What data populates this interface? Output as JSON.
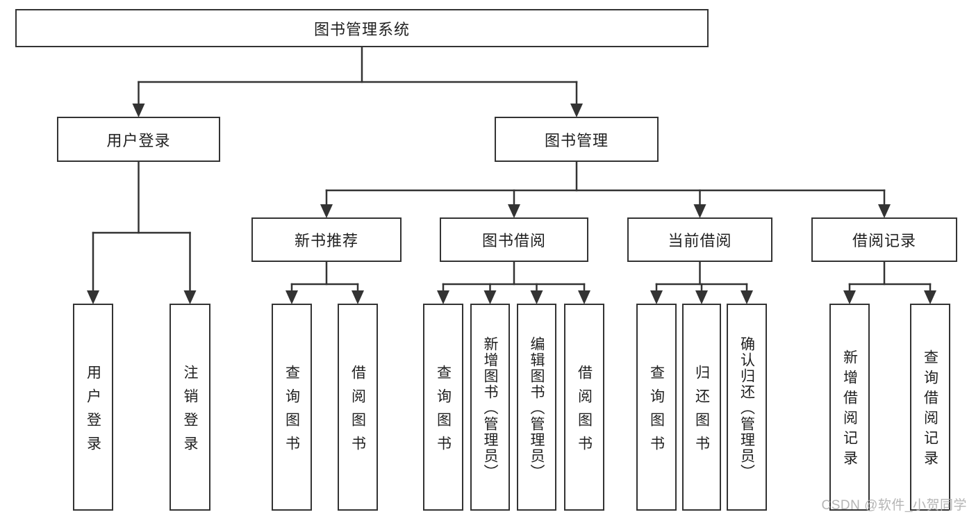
{
  "diagram": {
    "title": "图书管理系统",
    "watermark": "CSDN @软件_小贺同学",
    "colors": {
      "line": "#333333",
      "box_border": "#333333",
      "text": "#1f1f1f",
      "background": "#ffffff",
      "watermark": "#adadad"
    },
    "nodes": [
      {
        "id": "root",
        "label": "图书管理系统",
        "orientation": "horizontal"
      },
      {
        "id": "user-login",
        "label": "用户登录",
        "orientation": "horizontal"
      },
      {
        "id": "book-mgmt",
        "label": "图书管理",
        "orientation": "horizontal"
      },
      {
        "id": "new-book-rec",
        "label": "新书推荐",
        "orientation": "horizontal"
      },
      {
        "id": "book-borrow",
        "label": "图书借阅",
        "orientation": "horizontal"
      },
      {
        "id": "current-borrow",
        "label": "当前借阅",
        "orientation": "horizontal"
      },
      {
        "id": "borrow-records",
        "label": "借阅记录",
        "orientation": "horizontal"
      },
      {
        "id": "login",
        "label": "用户登录",
        "orientation": "vertical"
      },
      {
        "id": "logout",
        "label": "注销登录",
        "orientation": "vertical"
      },
      {
        "id": "rec-query-book",
        "label": "查询图书",
        "orientation": "vertical"
      },
      {
        "id": "rec-borrow-book",
        "label": "借阅图书",
        "orientation": "vertical"
      },
      {
        "id": "bb-query-book",
        "label": "查询图书",
        "orientation": "vertical"
      },
      {
        "id": "bb-add-book",
        "label": "新增图书（管理员）",
        "orientation": "vertical"
      },
      {
        "id": "bb-edit-book",
        "label": "编辑图书（管理员）",
        "orientation": "vertical"
      },
      {
        "id": "bb-borrow-book",
        "label": "借阅图书",
        "orientation": "vertical"
      },
      {
        "id": "cb-query-book",
        "label": "查询图书",
        "orientation": "vertical"
      },
      {
        "id": "cb-return-book",
        "label": "归还图书",
        "orientation": "vertical"
      },
      {
        "id": "cb-confirm-return",
        "label": "确认归还（管理员）",
        "orientation": "vertical"
      },
      {
        "id": "br-add-record",
        "label": "新增借阅记录",
        "orientation": "vertical"
      },
      {
        "id": "br-query-record",
        "label": "查询借阅记录",
        "orientation": "vertical"
      }
    ],
    "edges": [
      {
        "parent": "root",
        "children": [
          "user-login",
          "book-mgmt"
        ]
      },
      {
        "parent": "user-login",
        "children": [
          "login",
          "logout"
        ]
      },
      {
        "parent": "book-mgmt",
        "children": [
          "new-book-rec",
          "book-borrow",
          "current-borrow",
          "borrow-records"
        ]
      },
      {
        "parent": "new-book-rec",
        "children": [
          "rec-query-book",
          "rec-borrow-book"
        ]
      },
      {
        "parent": "book-borrow",
        "children": [
          "bb-query-book",
          "bb-add-book",
          "bb-edit-book",
          "bb-borrow-book"
        ]
      },
      {
        "parent": "current-borrow",
        "children": [
          "cb-query-book",
          "cb-return-book",
          "cb-confirm-return"
        ]
      },
      {
        "parent": "borrow-records",
        "children": [
          "br-add-record",
          "br-query-record"
        ]
      }
    ]
  }
}
